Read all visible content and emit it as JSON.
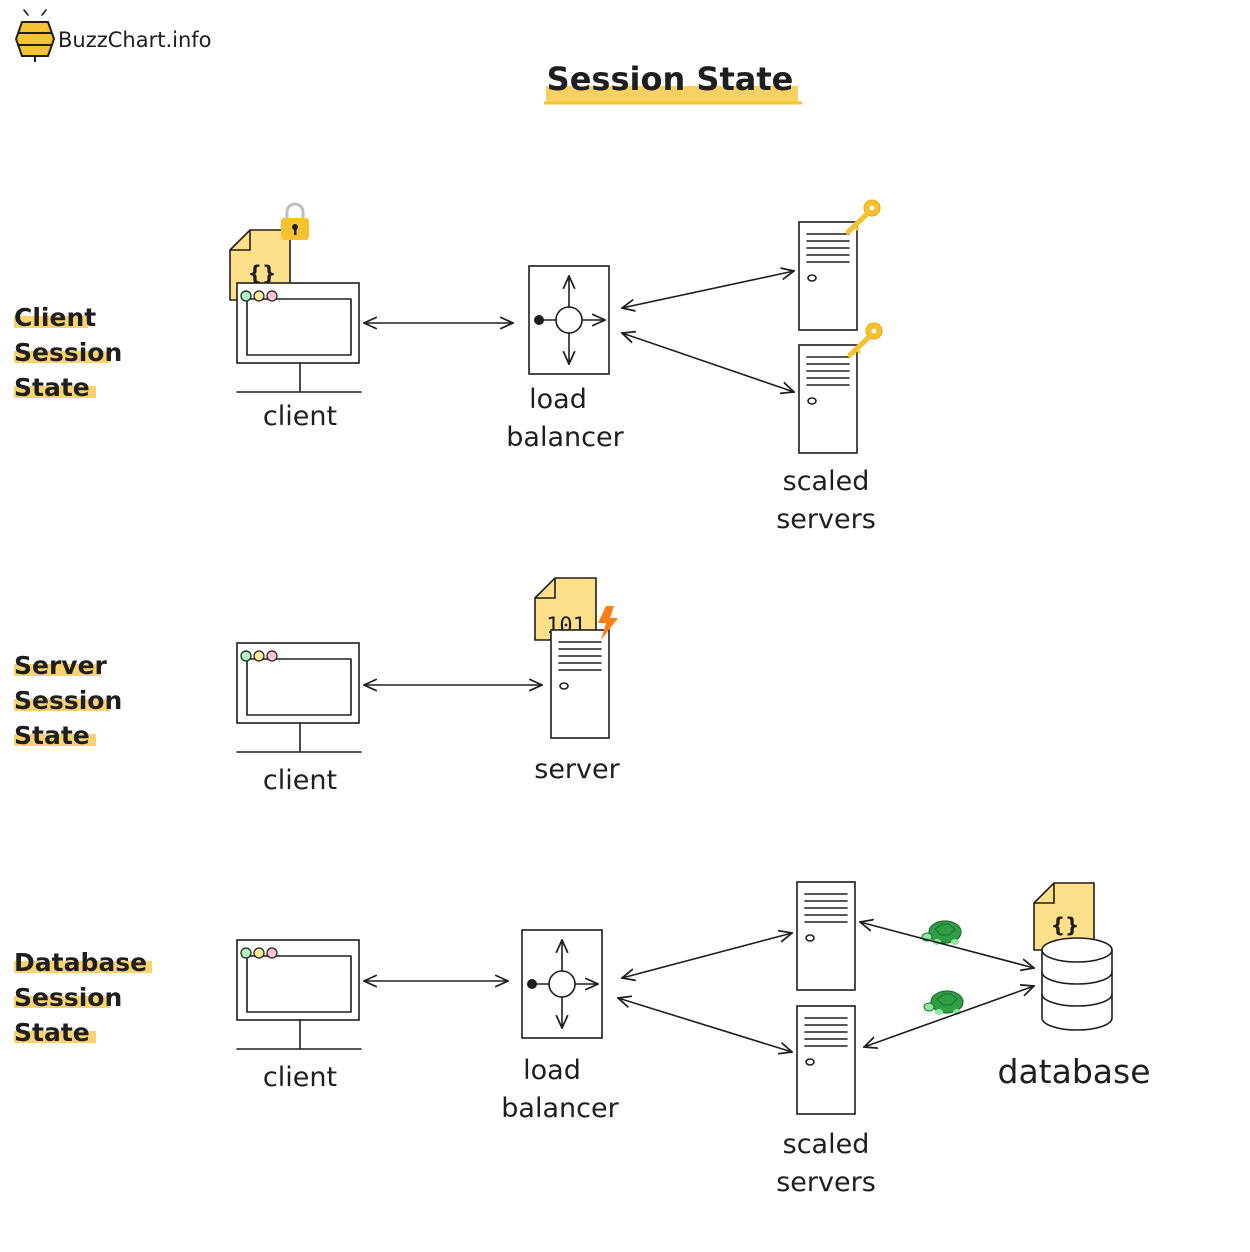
{
  "brand": {
    "name": "BuzzChart.info",
    "accent": "#f7c12f"
  },
  "title": "Session State",
  "sections": [
    {
      "heading": [
        "Client",
        "Session",
        "State"
      ],
      "client_label": "client",
      "lb_label": [
        "load",
        "balancer"
      ],
      "servers_label": [
        "scaled",
        "servers"
      ]
    },
    {
      "heading": [
        "Server",
        "Session",
        "State"
      ],
      "client_label": "client",
      "server_label": "server"
    },
    {
      "heading": [
        "Database",
        "Session",
        "State"
      ],
      "client_label": "client",
      "lb_label": [
        "load",
        "balancer"
      ],
      "servers_label": [
        "scaled",
        "servers"
      ],
      "db_label": "database"
    }
  ],
  "file_badges": {
    "json": "{}",
    "binary": "101"
  },
  "icons": [
    "bee-logo-icon",
    "lock-icon",
    "key-icon",
    "lightning-icon",
    "turtle-icon",
    "database-icon",
    "server-icon",
    "load-balancer-icon",
    "monitor-icon",
    "file-icon"
  ],
  "colors": {
    "highlight": "#f7c12f",
    "file": "#ffe08a",
    "turtle": "#2f9e44",
    "lightning": "#fd7e14",
    "dot_green": "#b2f2bb",
    "dot_yellow": "#ffec99",
    "dot_pink": "#fcc2d7"
  }
}
